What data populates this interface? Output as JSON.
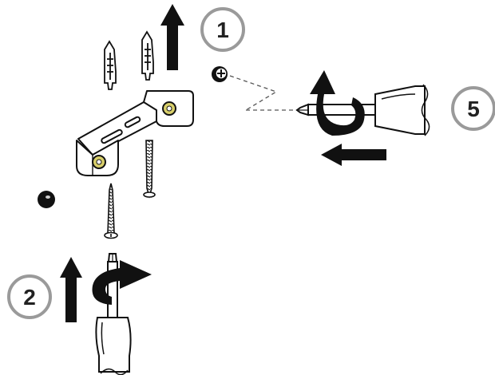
{
  "colors": {
    "ink": "#111111",
    "step_circle_fill": "#ffffff",
    "step_circle_stroke": "#9a9a9a",
    "brass": "#d8cf6a",
    "metal": "#ffffff"
  },
  "steps": [
    {
      "id": "step-1",
      "label": "1"
    },
    {
      "id": "step-2",
      "label": "2"
    },
    {
      "id": "step-5",
      "label": "5"
    }
  ],
  "parts": {
    "bracket": "mounting-bracket",
    "wall_plugs": 2,
    "wood_screws": 2,
    "small_screw": 1,
    "cap": 1,
    "screwdrivers": 2
  },
  "icons": [
    "up-arrow-icon",
    "left-arrow-icon",
    "rotate-arrow-icon",
    "phillips-screwdriver-icon"
  ]
}
